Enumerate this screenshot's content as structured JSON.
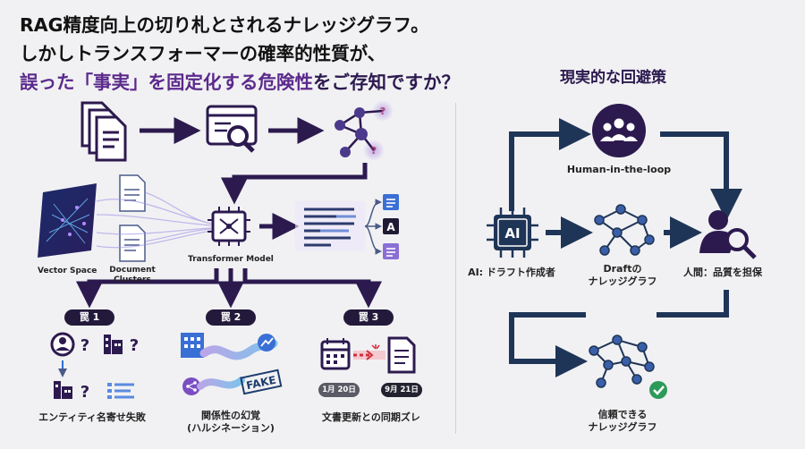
{
  "headline": {
    "line1": "RAG精度向上の切り札とされるナレッジグラフ。",
    "line2": "しかしトランスフォーマーの確率的性質が、",
    "line3_accent": "誤った「事実」を固定化する危険性",
    "line3_rest": "をご存知ですか？"
  },
  "left": {
    "vector_space": "Vector Space",
    "document_clusters_1": "Document",
    "document_clusters_2": "Clusters",
    "transformer_model": "Transformer Model",
    "output_letter": "A",
    "traps": [
      {
        "badge": "罠 1",
        "caption": "エンティティ名寄せ失敗"
      },
      {
        "badge": "罠 2",
        "caption_1": "関係性の幻覚",
        "caption_2": "(ハルシネーション)",
        "stamp": "FAKE"
      },
      {
        "badge": "罠 3",
        "caption": "文書更新との同期ズレ",
        "date_old": "1月 20日",
        "date_new": "9月 21日"
      }
    ]
  },
  "right": {
    "title": "現実的な回避策",
    "human_in_loop": "Human-in-the-loop",
    "ai_chip_text": "AI",
    "ai_label": "AI: ドラフト作成者",
    "draft_label_1": "Draftの",
    "draft_label_2": "ナレッジグラフ",
    "human_label": "人間：品質を担保",
    "trusted_label_1": "信頼できる",
    "trusted_label_2": "ナレッジグラフ"
  },
  "colors": {
    "navy": "#1f3557",
    "purple": "#5b2a8c",
    "dark_purple": "#2c1a4f",
    "check_green": "#2e9a5a"
  }
}
